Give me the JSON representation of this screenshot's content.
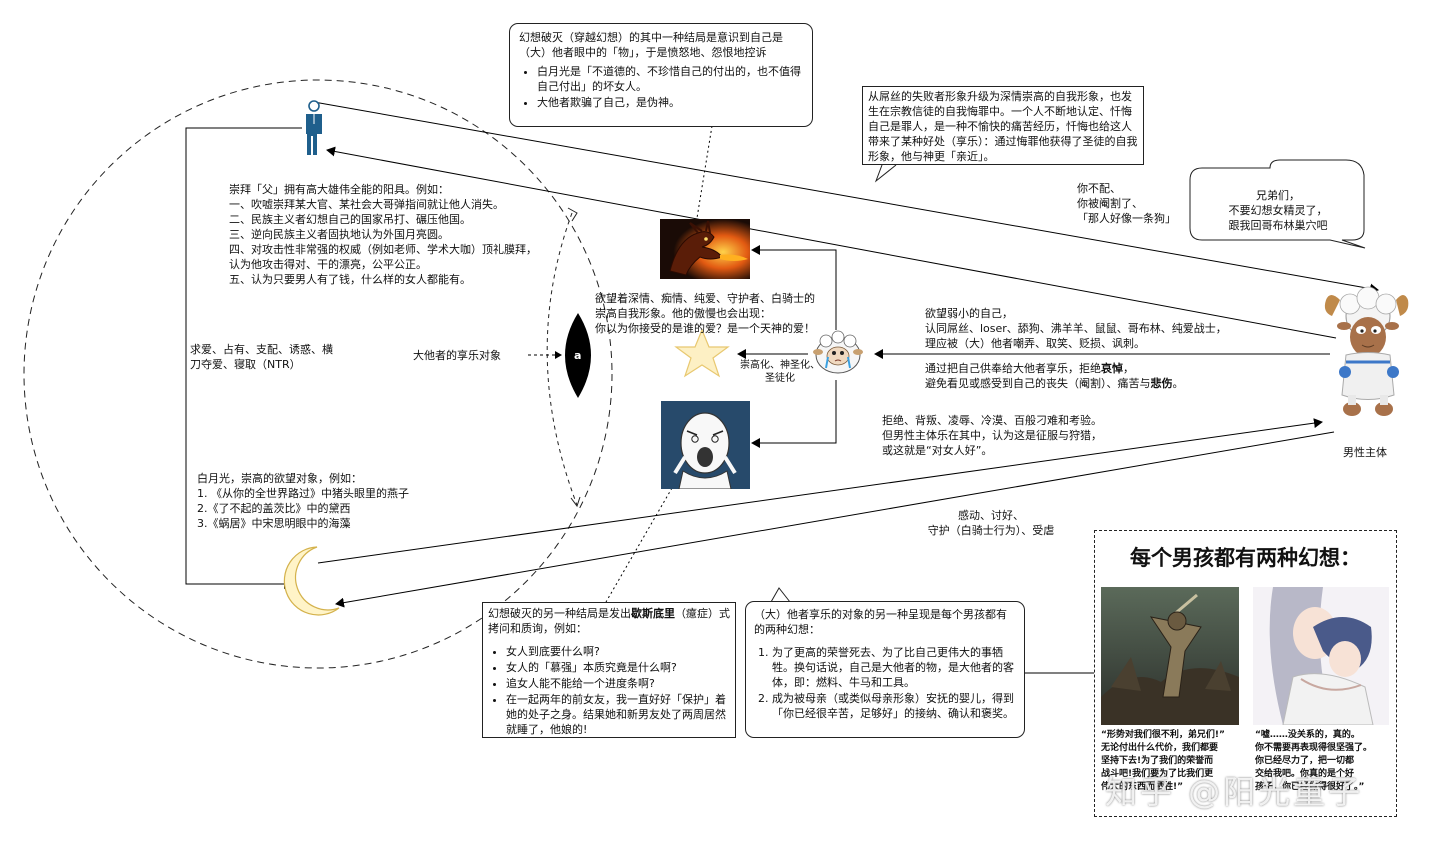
{
  "top_box": {
    "intro": "幻想破灭（穿越幻想）的其中一种结局是意识到自己是（大）他者眼中的「物」，于是愤怒地、怨恨地控诉",
    "items": [
      "白月光是「不道德的、不珍惜自己的付出的，也不值得自己付出」的坏女人。",
      "大他者欺骗了自己，是伪神。"
    ]
  },
  "upgrade_box": "从屌丝的失败者形象升级为深情崇高的自我形象，也发生在宗教信徒的自我悔罪中。一个人不断地认定、忏悔自己是罪人，是一种不愉快的痛苦经历，忏悔也给这人带来了某种好处（享乐）：通过悔罪他获得了圣徒的自我形象，他与神更「亲近」。",
  "bubble_text": "兄弟们，\n不要幻想女精灵了，\n跟我回哥布林巢穴吧",
  "unworthy_text": "你不配、\n你被阉割了、\n「那人好像一条狗」",
  "father_text": "崇拜「父」拥有高大雄伟全能的阳具。例如：\n一、吹嘘崇拜某大官、某社会大哥弹指间就让他人消失。\n二、民族主义者幻想自己的国家吊打、碾压他国。\n三、逆向民族主义者固执地认为外国月亮圆。\n四、对攻击性非常强的权威（例如老师、学术大咖）顶礼膜拜，\n认为他攻击得对、干的漂亮，公平公正。\n五、认为只要男人有了钱，什么样的女人都能有。",
  "seek_text": "求爱、占有、支配、诱惑、横\n刀夺爱、寝取（NTR）",
  "big_other_label": "大他者的享乐对象",
  "a_label": "a",
  "desire_text": "欲望着深情、痴情、纯爱、守护者、白骑士的\n崇高自我形象。他的傲慢也会出现：\n你以为你接受的是谁的爱？是一个天神的爱！",
  "sublimate_text": "崇高化、神圣化、\n圣徒化",
  "weak_text": "欲望弱小的自己，\n认同屌丝、loser、舔狗、沸羊羊、鼠鼠、哥布林、纯爱战士，\n理应被（大）他者嘲弄、取笑、贬损、讽刺。",
  "mourn": {
    "prefix": "通过把自己供奉给大他者享乐，拒绝",
    "bold1": "哀悼",
    "middle": "，\n避免看见或感受到自己的丧失（阉割）、痛苦与",
    "bold2": "悲伤",
    "suffix": "。"
  },
  "reject_text": "拒绝、背叛、凌辱、冷漠、百般刁难和考验。\n但男性主体乐在其中，认为这是征服与狩猎，\n或这就是“对女人好”。",
  "male_label": "男性主体",
  "moon_text": "白月光，崇高的欲望对象，例如：\n1. 《从你的全世界路过》中猪头眼里的燕子\n2.《了不起的盖茨比》中的黛西\n3.《蜗居》中宋思明眼中的海藻",
  "touch_text": "感动、讨好、\n守护（白骑士行为）、受虐",
  "hysteria_box": {
    "intro_prefix": "幻想破灭的另一种结局是发出",
    "intro_bold": "歇斯底里",
    "intro_suffix": "（癔症）式拷问和质询，例如：",
    "items": [
      "女人到底要什么啊?",
      "女人的「慕强」本质究竟是什么啊?",
      "追女人能不能给一个进度条啊?",
      "在一起两年的前女友，我一直好好「保护」着她的处子之身。结果她和新男友处了两周居然就睡了，他娘的!"
    ]
  },
  "fantasy_box": {
    "intro": "（大）他者享乐的对象的另一种呈现是每个男孩都有的两种幻想：",
    "items": [
      "为了更高的荣誉死去、为了比自己更伟大的事牺牲。换句话说，自己是大他者的物，是大他者的客体，即：燃料、牛马和工具。",
      "成为被母亲（或类似母亲形象）安抚的婴儿，得到「你已经很辛苦，足够好」的接纳、确认和褒奖。"
    ]
  },
  "poster": {
    "title": "每个男孩都有两种幻想：",
    "left_caption": "“形势对我们很不利，弟兄们!”\n无论付出什么代价，我们都要\n坚持下去!为了我们的荣誉而\n战斗吧!我们要为了比我们更\n伟大的东西而牺牲!”",
    "right_caption": "“嘘……没关系的，真的。\n你不需要再表现得很坚强了。\n你已经尽力了，把一切都\n交给我吧。你真的是个好\n孩子，你已经做得很好了。”"
  },
  "watermark": "知乎 @阳光童子",
  "colors": {
    "figure_blue": "#1f5f8c",
    "moon_fill": "#fff4c8",
    "moon_stroke": "#d4b24c",
    "star_fill": "#fdf0c4",
    "star_stroke": "#e8c870",
    "dragon_bg": "#1a0b06",
    "meme_bg": "#274a6b"
  },
  "icons": {
    "figure": "man-figure-icon",
    "moon": "crescent-moon-icon",
    "star": "star-icon",
    "sheep_small": "crying-sheep-icon",
    "sheep_big": "lazy-sheep-character",
    "dragon": "dragon-image",
    "meme": "y-u-no-meme-image"
  }
}
